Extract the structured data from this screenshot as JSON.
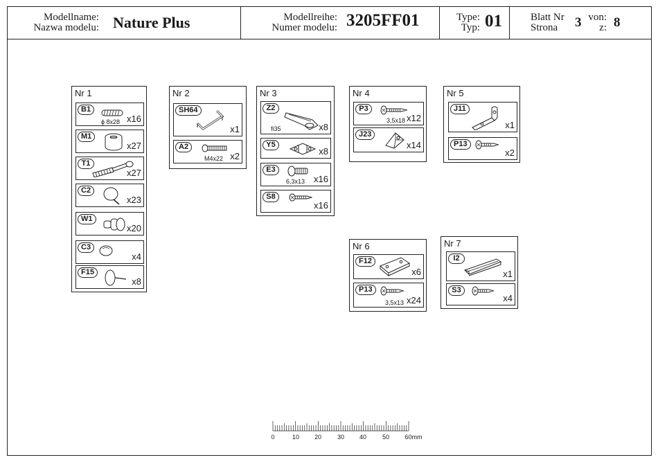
{
  "header": {
    "model_name_label_de": "Modellname:",
    "model_name_label_pl": "Nazwa modelu:",
    "model_name": "Nature Plus",
    "series_label_de": "Modellreihe:",
    "series_label_pl": "Numer modelu:",
    "series_value": "3205FF01",
    "type_label_de": "Type:",
    "type_label_pl": "Typ:",
    "type_value": "01",
    "sheet_label_de": "Blatt Nr",
    "sheet_label_pl": "Strona",
    "sheet_value": "3",
    "of_label_de": "von:",
    "of_label_pl": "z:",
    "of_value": "8"
  },
  "boxes": [
    {
      "title": "Nr 1",
      "parts": [
        {
          "code": "B1",
          "spec": "ϕ 8x28",
          "qty": "x16",
          "icon": "dowel-icon"
        },
        {
          "code": "M1",
          "spec": "",
          "qty": "x27",
          "icon": "cam-lock-icon"
        },
        {
          "code": "T1",
          "spec": "",
          "qty": "x27",
          "icon": "cam-bolt-icon"
        },
        {
          "code": "C2",
          "spec": "",
          "qty": "x23",
          "icon": "shelf-pin-icon"
        },
        {
          "code": "W1",
          "spec": "",
          "qty": "x20",
          "icon": "plug-icon"
        },
        {
          "code": "C3",
          "spec": "",
          "qty": "x4",
          "icon": "cap-icon"
        },
        {
          "code": "F15",
          "spec": "",
          "qty": "x8",
          "icon": "nail-icon"
        }
      ]
    },
    {
      "title": "Nr 2",
      "parts": [
        {
          "code": "SH64",
          "spec": "",
          "qty": "x1",
          "icon": "handle-icon"
        },
        {
          "code": "A2",
          "spec": "M4x22",
          "qty": "x2",
          "icon": "bolt-icon"
        }
      ]
    },
    {
      "title": "Nr 3",
      "parts": [
        {
          "code": "Z2",
          "spec": "fi35",
          "qty": "x8",
          "icon": "hinge-icon"
        },
        {
          "code": "Y5",
          "spec": "",
          "qty": "x8",
          "icon": "hinge-plate-icon"
        },
        {
          "code": "E3",
          "spec": "6,3x13",
          "qty": "x16",
          "icon": "euro-screw-icon"
        },
        {
          "code": "S8",
          "spec": "",
          "qty": "x16",
          "icon": "screw-icon"
        }
      ]
    },
    {
      "title": "Nr 4",
      "parts": [
        {
          "code": "P3",
          "spec": "3,5x18",
          "qty": "x12",
          "icon": "screw-icon"
        },
        {
          "code": "J23",
          "spec": "",
          "qty": "x14",
          "icon": "corner-block-icon"
        }
      ]
    },
    {
      "title": "Nr 5",
      "parts": [
        {
          "code": "J11",
          "spec": "",
          "qty": "x1",
          "icon": "angle-bracket-icon"
        },
        {
          "code": "P13",
          "spec": "",
          "qty": "x2",
          "icon": "screw-icon"
        }
      ]
    },
    {
      "title": "Nr 6",
      "parts": [
        {
          "code": "F12",
          "spec": "",
          "qty": "x6",
          "icon": "flat-bracket-icon"
        },
        {
          "code": "P13",
          "spec": "3,5x13",
          "qty": "x24",
          "icon": "screw-icon"
        }
      ]
    },
    {
      "title": "Nr 7",
      "parts": [
        {
          "code": "I2",
          "spec": "",
          "qty": "x1",
          "icon": "long-handle-icon"
        },
        {
          "code": "S3",
          "spec": "",
          "qty": "x4",
          "icon": "screw-icon"
        }
      ]
    }
  ],
  "ruler": {
    "labels": [
      "0",
      "10",
      "20",
      "30",
      "40",
      "50",
      "60mm"
    ]
  }
}
